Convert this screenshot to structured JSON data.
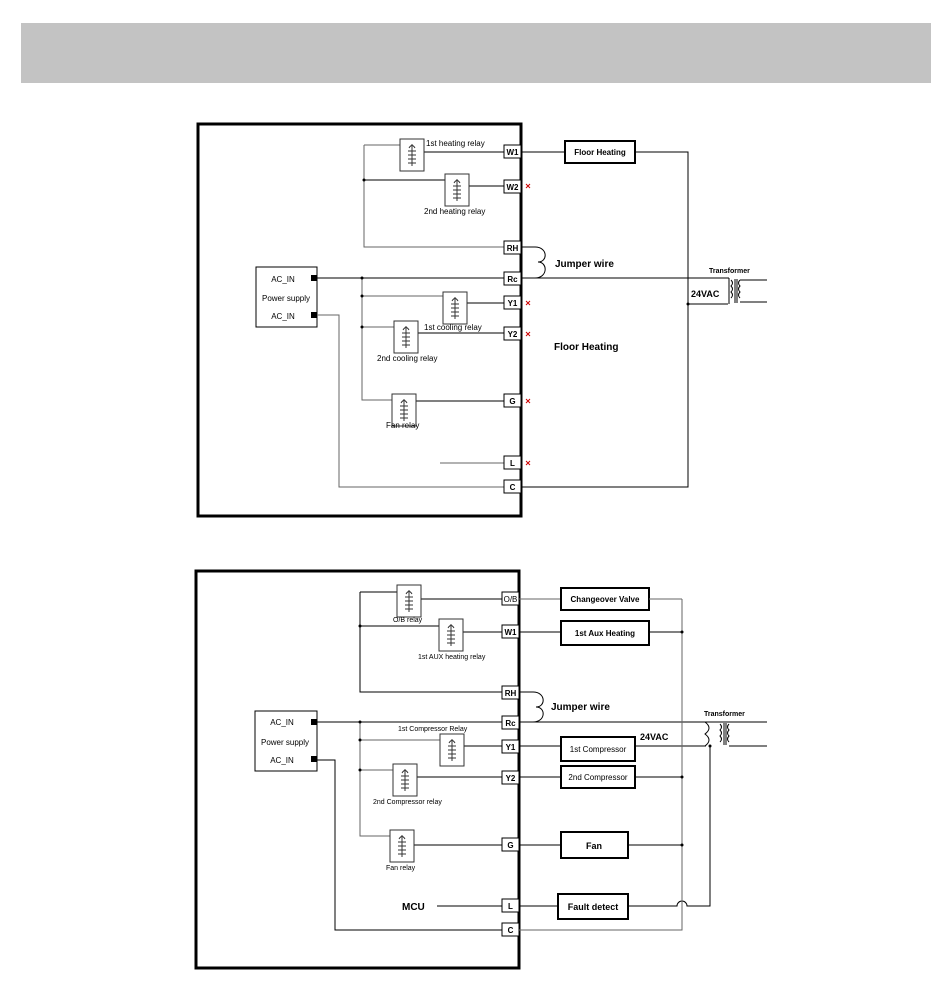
{
  "diagram1": {
    "relays": {
      "heat1": "1st heating relay",
      "heat2": "2nd heating relay",
      "cool1": "1st cooling relay",
      "cool2": "2nd cooling relay",
      "fan": "Fan relay"
    },
    "terminals": [
      "W1",
      "W2",
      "RH",
      "Rc",
      "Y1",
      "Y2",
      "G",
      "L",
      "C"
    ],
    "power_supply": {
      "pin1": "AC_IN",
      "title": "Power supply",
      "pin2": "AC_IN"
    },
    "jumper": "Jumper wire",
    "transformer": "Transformer",
    "voltage": "24VAC",
    "loads": {
      "floor_heating_box": "Floor Heating",
      "floor_heating_label": "Floor Heating"
    }
  },
  "diagram2": {
    "relays": {
      "ob": "O/B relay",
      "aux1": "1st AUX heating relay",
      "comp1": "1st Compressor Relay",
      "comp2": "2nd Compressor relay",
      "fan": "Fan relay"
    },
    "terminals": [
      "O/B",
      "W1",
      "RH",
      "Rc",
      "Y1",
      "Y2",
      "G",
      "L",
      "C"
    ],
    "power_supply": {
      "pin1": "AC_IN",
      "title": "Power supply",
      "pin2": "AC_IN"
    },
    "jumper": "Jumper wire",
    "transformer": "Transformer",
    "voltage": "24VAC",
    "mcu": "MCU",
    "loads": {
      "changeover": "Changeover Valve",
      "aux_heating": "1st Aux Heating",
      "compressor1": "1st Compressor",
      "compressor2": "2nd Compressor",
      "fan": "Fan",
      "fault": "Fault detect"
    }
  }
}
